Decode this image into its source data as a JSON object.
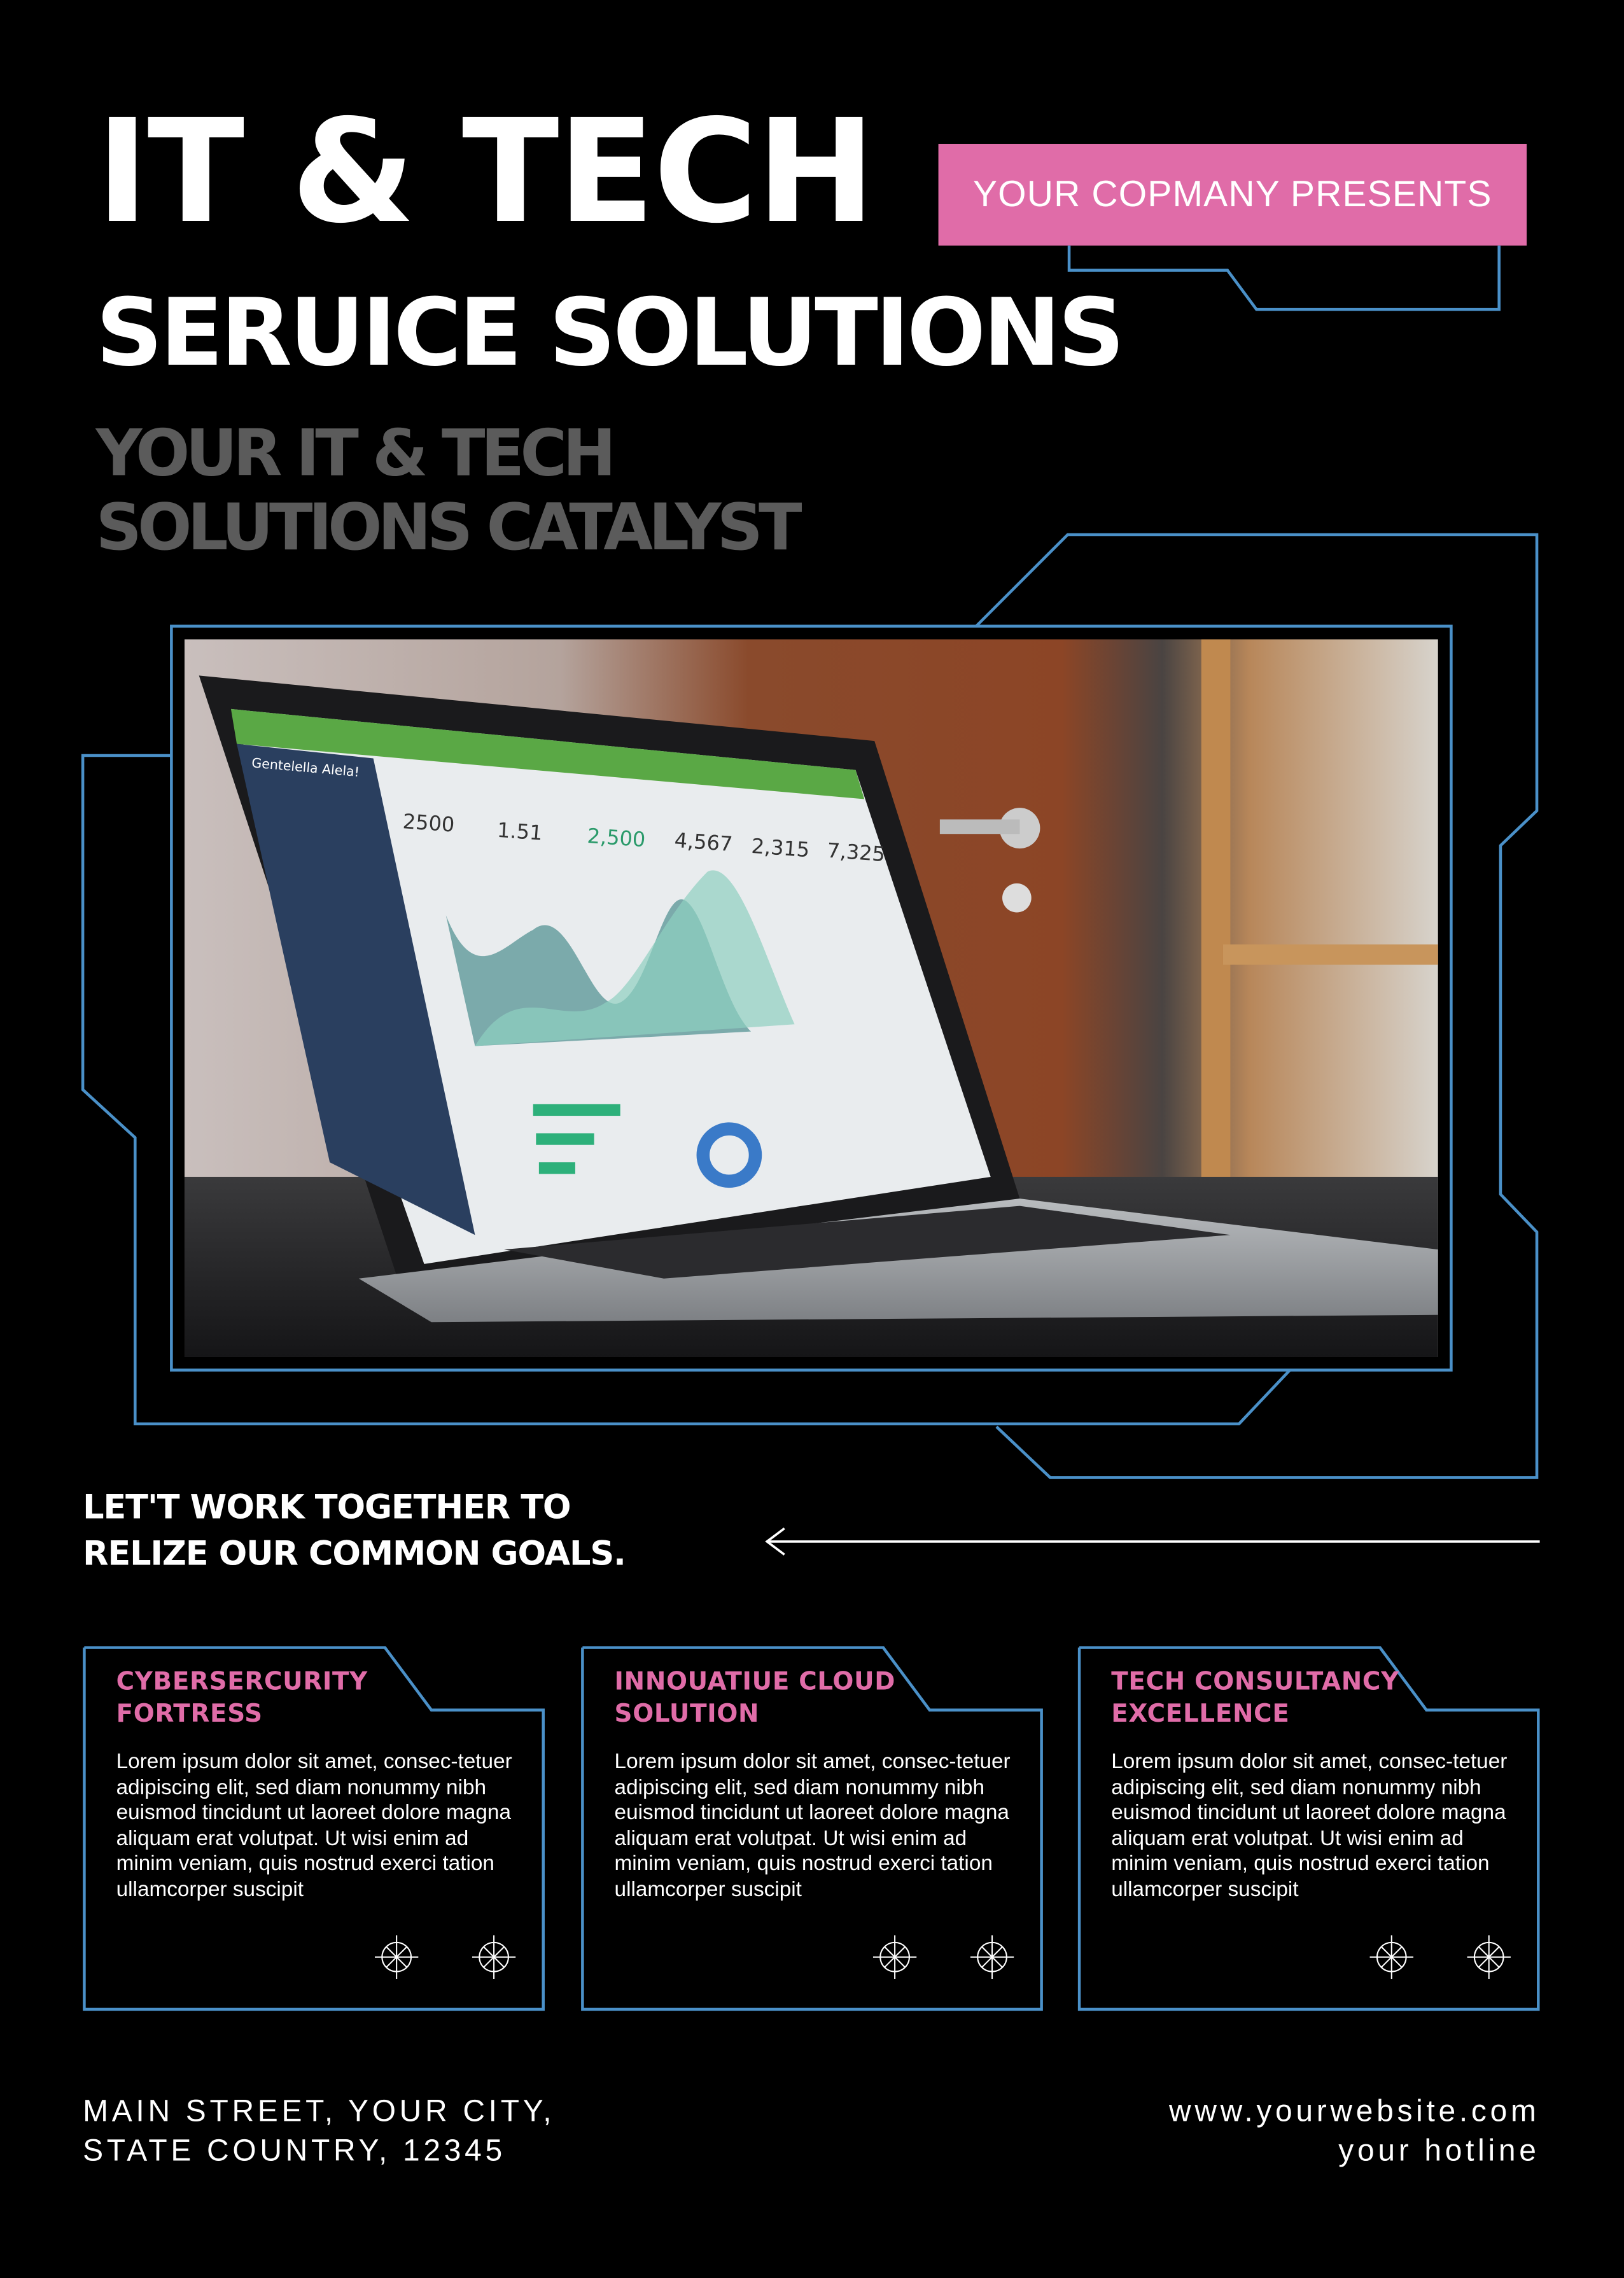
{
  "header": {
    "title_line1": "IT & TECH",
    "title_line2": "SERUICE SOLUTIONS",
    "badge": "YOUR COPMANY PRESENTS",
    "subtitle_line1": "YOUR IT & TECH",
    "subtitle_line2": "SOLUTIONS CATALYST"
  },
  "hero": {
    "image": "laptop-analytics-dashboard-photo",
    "dashboard": {
      "brand": "Gentelella Alela!",
      "stats": [
        "2500",
        "1.51",
        "2,500",
        "4,567",
        "2,315",
        "7,325"
      ]
    }
  },
  "tagline": {
    "line1": "LET'T WORK TOGETHER TO",
    "line2": "RELIZE OUR COMMON GOALS.",
    "arrow_icon": "arrow-left-icon"
  },
  "cards": [
    {
      "title_line1": "CYBERSERCURITY",
      "title_line2": "FORTRESS",
      "body": "Lorem ipsum dolor sit amet, consec-tetuer adipiscing elit, sed diam nonummy nibh euismod tincidunt ut laoreet dolore magna aliquam erat volutpat. Ut wisi enim ad minim veniam, quis nostrud exerci tation ullamcorper suscipit"
    },
    {
      "title_line1": "INNOUATIUE CLOUD",
      "title_line2": "SOLUTION",
      "body": "Lorem ipsum dolor sit amet, consec-tetuer adipiscing elit, sed diam nonummy nibh euismod tincidunt ut laoreet dolore magna aliquam erat volutpat. Ut wisi enim ad minim veniam, quis nostrud exerci tation ullamcorper suscipit"
    },
    {
      "title_line1": "TECH CONSULTANCY",
      "title_line2": "EXCELLENCE",
      "body": "Lorem ipsum dolor sit amet, consec-tetuer adipiscing elit, sed diam nonummy nibh euismod tincidunt ut laoreet dolore magna aliquam erat volutpat. Ut wisi enim ad minim veniam, quis nostrud exerci tation ullamcorper suscipit"
    }
  ],
  "footer": {
    "address_line1": "MAIN STREET, YOUR CITY,",
    "address_line2": "STATE COUNTRY, 12345",
    "website": "www.yourwebsite.com",
    "hotline": "your hotline"
  },
  "colors": {
    "background": "#000000",
    "accent_pink": "#e06ca8",
    "frame_blue": "#4a90c8",
    "subtitle_gray": "#5b5b5b"
  }
}
